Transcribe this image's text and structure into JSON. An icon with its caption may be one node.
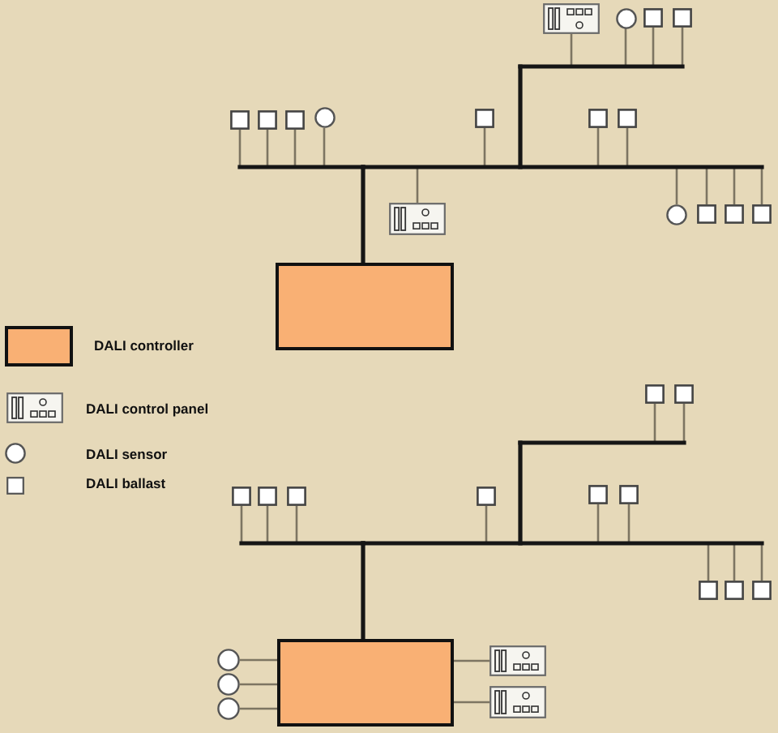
{
  "diagram": {
    "nodes": [
      {
        "text": [],
        "shape": "picture"
      },
      {
        "text": [],
        "shape": "circle"
      },
      {
        "text": [],
        "shape": "box"
      },
      {
        "text": [],
        "shape": "box"
      },
      {
        "text": [],
        "shape": "box"
      },
      {
        "text": [],
        "shape": "box"
      },
      {
        "text": [],
        "shape": "box"
      },
      {
        "text": [],
        "shape": "circle"
      },
      {
        "text": [],
        "shape": "box"
      },
      {
        "text": [],
        "shape": "box"
      },
      {
        "text": [],
        "shape": "box"
      },
      {
        "text": [],
        "shape": "picture"
      },
      {
        "text": [],
        "shape": "circle"
      },
      {
        "text": [],
        "shape": "box"
      },
      {
        "text": [],
        "shape": "box"
      },
      {
        "text": [],
        "shape": "box"
      },
      {
        "text": [],
        "shape": "box"
      },
      {
        "text": [],
        "shape": "box"
      },
      {
        "text": [],
        "shape": "box"
      },
      {
        "text": [],
        "shape": "box"
      },
      {
        "text": [],
        "shape": "box"
      },
      {
        "text": [],
        "shape": "box"
      },
      {
        "text": [],
        "shape": "box"
      },
      {
        "text": [],
        "shape": "box"
      },
      {
        "text": [],
        "shape": "box"
      },
      {
        "text": [],
        "shape": "box"
      },
      {
        "text": [],
        "shape": "box"
      },
      {
        "text": [],
        "shape": "box"
      },
      {
        "text": [],
        "shape": "box"
      },
      {
        "text": [],
        "shape": "circle"
      },
      {
        "text": [],
        "shape": "circle"
      },
      {
        "text": [],
        "shape": "circle"
      },
      {
        "text": [],
        "shape": "picture"
      },
      {
        "text": [],
        "shape": "picture"
      }
    ],
    "edges": [
      {
        "from": 16,
        "to": 0,
        "arrow": "none"
      },
      {
        "from": 16,
        "to": 1,
        "arrow": "none"
      },
      {
        "from": 16,
        "to": 2,
        "arrow": "none"
      },
      {
        "from": 16,
        "to": 3,
        "arrow": "none"
      },
      {
        "from": 16,
        "to": 4,
        "arrow": "none"
      },
      {
        "from": 16,
        "to": 5,
        "arrow": "none"
      },
      {
        "from": 16,
        "to": 6,
        "arrow": "none"
      },
      {
        "from": 16,
        "to": 7,
        "arrow": "none"
      },
      {
        "from": 16,
        "to": 8,
        "arrow": "none"
      },
      {
        "from": 16,
        "to": 9,
        "arrow": "none"
      },
      {
        "from": 16,
        "to": 10,
        "arrow": "none"
      },
      {
        "from": 16,
        "to": 11,
        "arrow": "none"
      },
      {
        "from": 16,
        "to": 12,
        "arrow": "none"
      },
      {
        "from": 16,
        "to": 13,
        "arrow": "none"
      },
      {
        "from": 16,
        "to": 14,
        "arrow": "none"
      },
      {
        "from": 16,
        "to": 15,
        "arrow": "none"
      },
      {
        "from": 28,
        "to": 17,
        "arrow": "none"
      },
      {
        "from": 28,
        "to": 18,
        "arrow": "none"
      },
      {
        "from": 28,
        "to": 19,
        "arrow": "none"
      },
      {
        "from": 28,
        "to": 20,
        "arrow": "none"
      },
      {
        "from": 28,
        "to": 21,
        "arrow": "none"
      },
      {
        "from": 28,
        "to": 22,
        "arrow": "none"
      },
      {
        "from": 28,
        "to": 23,
        "arrow": "none"
      },
      {
        "from": 28,
        "to": 24,
        "arrow": "none"
      },
      {
        "from": 28,
        "to": 25,
        "arrow": "none"
      },
      {
        "from": 28,
        "to": 26,
        "arrow": "none"
      },
      {
        "from": 28,
        "to": 27,
        "arrow": "none"
      },
      {
        "from": 28,
        "to": 29,
        "arrow": "none",
        "color": "#7d7562"
      },
      {
        "from": 28,
        "to": 30,
        "arrow": "none",
        "color": "#7d7562"
      },
      {
        "from": 28,
        "to": 31,
        "arrow": "none",
        "color": "#7d7562"
      },
      {
        "from": 28,
        "to": 32,
        "arrow": "none",
        "color": "#7d7562"
      },
      {
        "from": 28,
        "to": 33,
        "arrow": "none",
        "color": "#7d7562"
      }
    ],
    "legend": [
      {
        "text": "DALI controller",
        "color": "#f9b074"
      },
      {
        "text": "DALI control panel"
      },
      {
        "text": "DALI sensor"
      },
      {
        "text": "DALI ballast"
      }
    ]
  }
}
